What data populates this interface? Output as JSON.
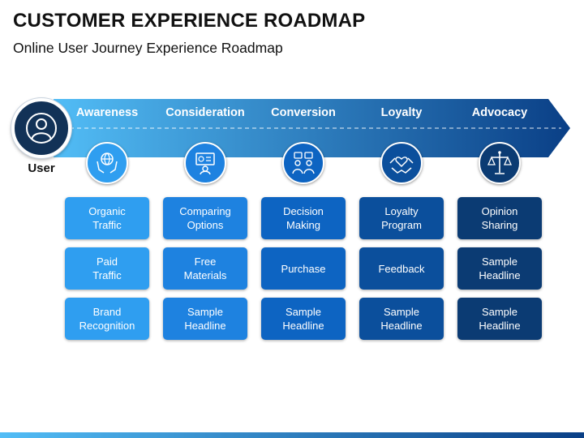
{
  "header": {
    "title": "CUSTOMER EXPERIENCE ROADMAP",
    "subtitle": "Online User Journey Experience Roadmap"
  },
  "user": {
    "label": "User",
    "icon": "user-icon"
  },
  "stages": [
    {
      "label": "Awareness",
      "icon": "hands-globe-icon",
      "color": "#2f9ef0",
      "cards": [
        "Organic\nTraffic",
        "Paid\nTraffic",
        "Brand\nRecognition"
      ]
    },
    {
      "label": "Consideration",
      "icon": "comparison-icon",
      "color": "#1e82e0",
      "cards": [
        "Comparing\nOptions",
        "Free\nMaterials",
        "Sample\nHeadline"
      ]
    },
    {
      "label": "Conversion",
      "icon": "decision-meeting-icon",
      "color": "#0d64c2",
      "cards": [
        "Decision\nMaking",
        "Purchase",
        "Sample\nHeadline"
      ]
    },
    {
      "label": "Loyalty",
      "icon": "heart-handshake-icon",
      "color": "#0b4f9c",
      "cards": [
        "Loyalty\nProgram",
        "Feedback",
        "Sample\nHeadline"
      ]
    },
    {
      "label": "Advocacy",
      "icon": "balance-scale-icon",
      "color": "#0b3b73",
      "cards": [
        "Opinion\nSharing",
        "Sample\nHeadline",
        "Sample\nHeadline"
      ]
    }
  ],
  "colors": {
    "arrow_start": "#52bdf6",
    "arrow_end": "#0a3f86",
    "user_circle": "#123257"
  }
}
